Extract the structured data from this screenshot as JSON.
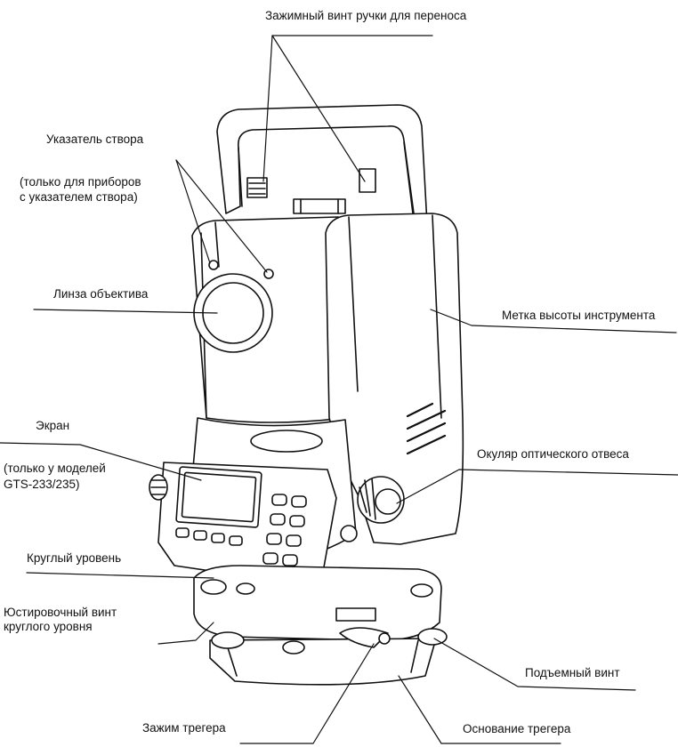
{
  "labels": {
    "handle_clamp": "Зажимный винт ручки для переноса",
    "sight_guide": "Указатель створа",
    "sight_guide_note_1": "(только для приборов",
    "sight_guide_note_2": "с указателем створа)",
    "objective_lens": "Линза объектива",
    "instrument_height_mark": "Метка высоты инструмента",
    "display": "Экран",
    "display_note_1": "(только у моделей",
    "display_note_2": "GTS-233/235)",
    "plummet_eyepiece": "Окуляр оптического отвеса",
    "circular_level": "Круглый уровень",
    "level_adjust_screw_1": "Юстировочный винт",
    "level_adjust_screw_2": "круглого уровня",
    "leveling_screw": "Подъемный винт",
    "tribrach_clamp": "Зажим трегера",
    "tribrach_base": "Основание трегера"
  }
}
